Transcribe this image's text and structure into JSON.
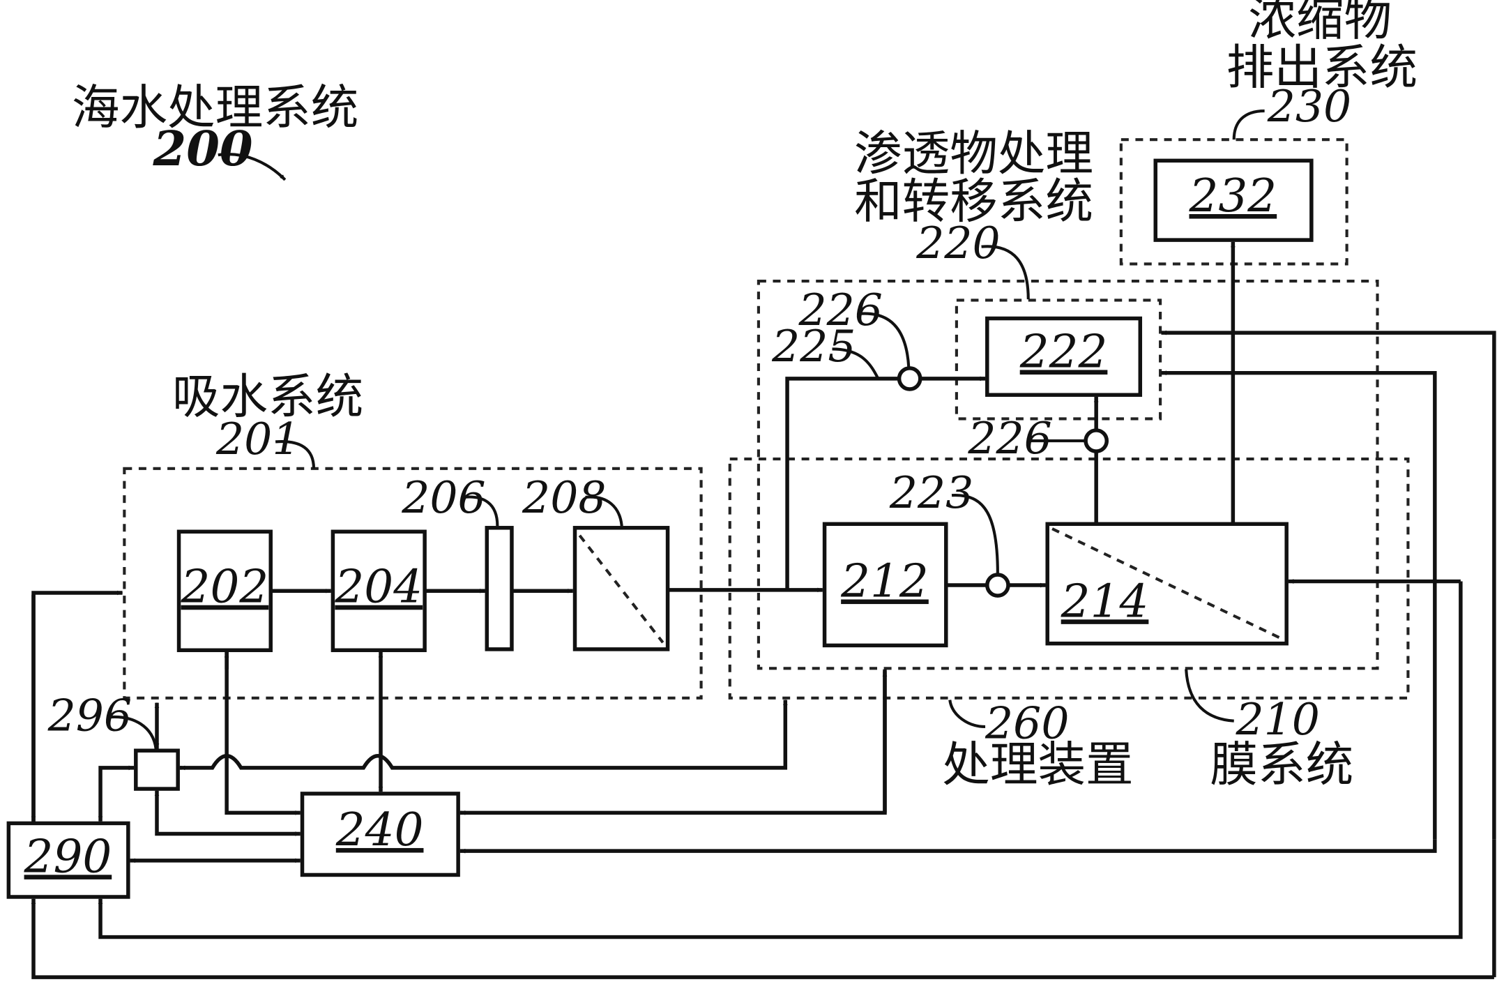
{
  "title": {
    "name": "海水处理系统",
    "number": "200"
  },
  "groups": {
    "intake": {
      "name": "吸水系统",
      "number": "201"
    },
    "permeate": {
      "name_line1": "渗透物处理",
      "name_line2": "和转移系统",
      "number": "220"
    },
    "concentrate": {
      "name_line1": "浓缩物",
      "name_line2": "排出系统",
      "number": "230"
    },
    "treatment": {
      "name": "处理装置",
      "number": "260"
    },
    "membrane": {
      "name": "膜系统",
      "number": "210"
    }
  },
  "blocks": {
    "b202": "202",
    "b204": "204",
    "b212": "212",
    "b214": "214",
    "b222": "222",
    "b232": "232",
    "b240": "240",
    "b290": "290"
  },
  "callouts": {
    "c206": "206",
    "c208": "208",
    "c223": "223",
    "c225": "225",
    "c226a": "226",
    "c226b": "226",
    "c296": "296"
  }
}
